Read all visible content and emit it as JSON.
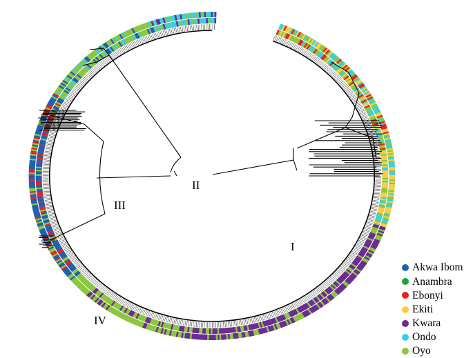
{
  "clade_labels": {
    "I": "I",
    "II": "II",
    "III": "III",
    "IV": "IV"
  },
  "legend": [
    {
      "label": "Akwa Ibom",
      "color": "#1f5fb4"
    },
    {
      "label": "Anambra",
      "color": "#1aa43a"
    },
    {
      "label": "Ebonyi",
      "color": "#e8221c"
    },
    {
      "label": "Ekiti",
      "color": "#f6cf47"
    },
    {
      "label": "Kwara",
      "color": "#6a2b93"
    },
    {
      "label": "Ondo",
      "color": "#3ccfdc"
    },
    {
      "label": "Oyo",
      "color": "#8cc63f"
    }
  ]
}
